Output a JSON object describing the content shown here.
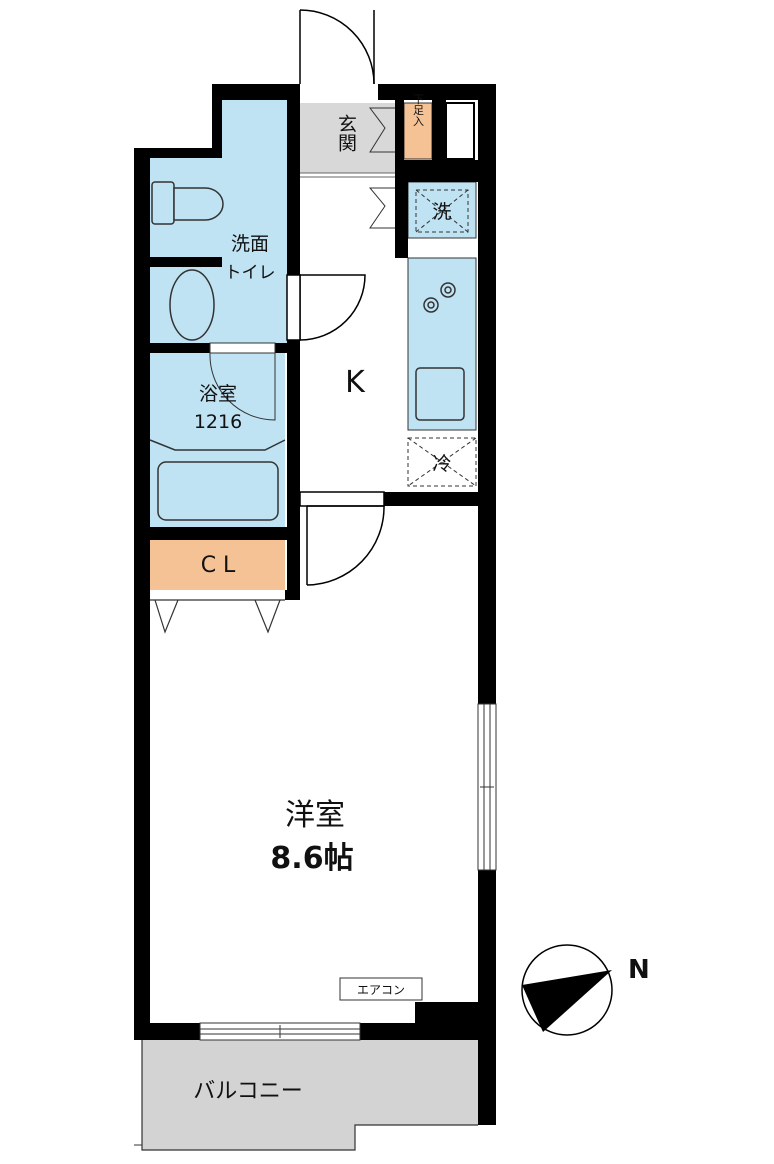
{
  "rooms": {
    "entrance": "玄関",
    "shoe_box": "下足入",
    "washer": "洗",
    "washroom_line1": "洗面",
    "washroom_line2": "トイレ",
    "kitchen": "K",
    "bath_line1": "浴室",
    "bath_line2": "1216",
    "fridge": "冷",
    "closet": "C L",
    "western_room": "洋室",
    "western_room_size": "8.6帖",
    "aircon": "エアコン",
    "balcony": "バルコニー"
  },
  "compass": {
    "label": "N"
  },
  "colors": {
    "wet_area": "#bfe3f3",
    "entrance_floor": "#d8d8d8",
    "storage": "#f5c295",
    "balcony": "#d3d3d3",
    "wall": "#000000"
  }
}
